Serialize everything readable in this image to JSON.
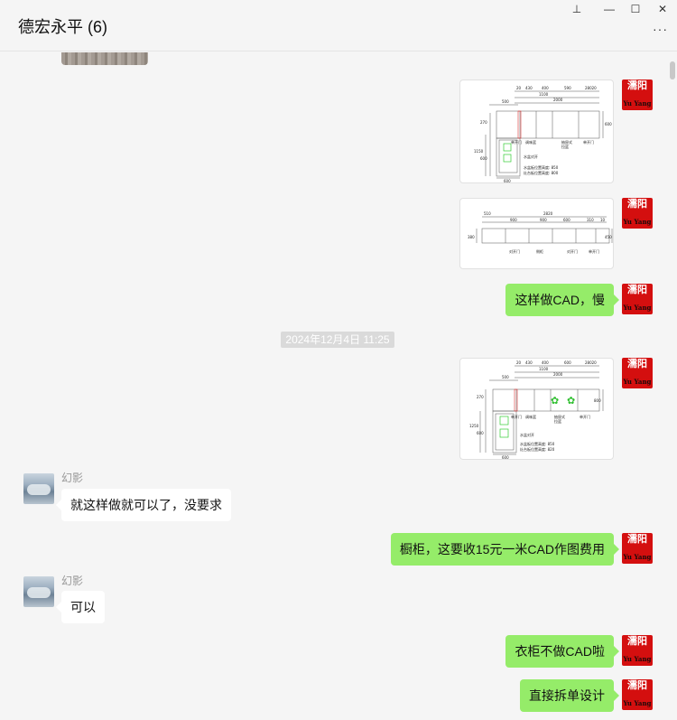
{
  "window": {
    "title": "德宏永平 (6)"
  },
  "controls": {
    "pin": "⊥",
    "minimize": "—",
    "maximize": "☐",
    "close": "✕",
    "more": "···"
  },
  "timestamp": "2024年12月4日 11:25",
  "avatars": {
    "self_seal": "濡阳",
    "self_en": "Yu Yang"
  },
  "drawing1": {
    "dims_top": [
      "20",
      "430",
      "400",
      "590",
      "28020"
    ],
    "dim_1100": "1100",
    "dim_2000": "2000",
    "dim_500": "500",
    "left_dims": [
      "270",
      "1150",
      "600"
    ],
    "right_dim": "600",
    "bottom_dim": "600",
    "labels": [
      "单开门",
      "调味篮",
      "抽屉式",
      "拉篮",
      "单开门"
    ],
    "notes": [
      "水盆对开",
      "水盆板位置高度: 850",
      "灶台板位置高度: 800"
    ]
  },
  "drawing2": {
    "dims_top": [
      "510",
      "2820",
      "900",
      "900",
      "600",
      "310",
      "10"
    ],
    "left_dim": "380",
    "right_dim": "450",
    "labels": [
      "对开门",
      "侧柜",
      "对开门",
      "单开门"
    ]
  },
  "drawing3": {
    "dims_top": [
      "20",
      "430",
      "400",
      "600",
      "28020"
    ],
    "dim_1100": "1100",
    "dim_2000": "2000",
    "dim_500": "500",
    "left_dims": [
      "270",
      "1250",
      "600"
    ],
    "right_dim": "800",
    "bottom_dim": "600",
    "labels": [
      "单开门",
      "调味篮",
      "抽屉式",
      "拉篮",
      "单开门"
    ],
    "notes": [
      "水盆对开",
      "水盆板位置高度: 850",
      "灶台板位置高度: 820"
    ]
  },
  "messages": {
    "m1": "这样做CAD，慢",
    "m2_sender": "幻影",
    "m2": "就这样做就可以了，没要求",
    "m3": "橱柜，这要收15元一米CAD作图费用",
    "m4_sender": "幻影",
    "m4": "可以",
    "m5": "衣柜不做CAD啦",
    "m6": "直接拆单设计"
  },
  "colors": {
    "self_bubble": "#95ec69",
    "other_bubble": "#ffffff",
    "avatar_red": "#d40f0f"
  }
}
